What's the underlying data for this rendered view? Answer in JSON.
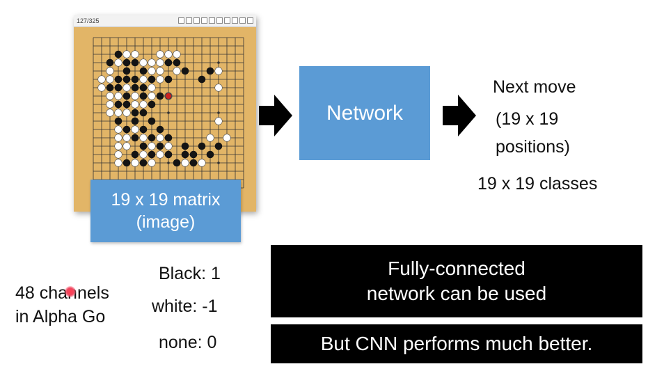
{
  "board": {
    "counter": "127/325",
    "size": 19,
    "black_stones": [
      [
        3,
        2
      ],
      [
        2,
        3
      ],
      [
        4,
        3
      ],
      [
        5,
        3
      ],
      [
        4,
        4
      ],
      [
        6,
        4
      ],
      [
        3,
        5
      ],
      [
        4,
        5
      ],
      [
        5,
        5
      ],
      [
        7,
        5
      ],
      [
        2,
        6
      ],
      [
        3,
        6
      ],
      [
        5,
        6
      ],
      [
        6,
        6
      ],
      [
        4,
        7
      ],
      [
        6,
        7
      ],
      [
        8,
        7
      ],
      [
        3,
        8
      ],
      [
        4,
        8
      ],
      [
        7,
        8
      ],
      [
        5,
        9
      ],
      [
        6,
        9
      ],
      [
        3,
        10
      ],
      [
        5,
        10
      ],
      [
        7,
        10
      ],
      [
        4,
        11
      ],
      [
        6,
        11
      ],
      [
        8,
        11
      ],
      [
        5,
        12
      ],
      [
        7,
        12
      ],
      [
        9,
        12
      ],
      [
        6,
        13
      ],
      [
        8,
        13
      ],
      [
        11,
        13
      ],
      [
        5,
        14
      ],
      [
        7,
        14
      ],
      [
        9,
        14
      ],
      [
        11,
        14
      ],
      [
        10,
        15
      ],
      [
        12,
        15
      ],
      [
        4,
        15
      ],
      [
        6,
        15
      ],
      [
        9,
        3
      ],
      [
        10,
        3
      ],
      [
        11,
        4
      ],
      [
        9,
        5
      ],
      [
        13,
        5
      ],
      [
        14,
        4
      ],
      [
        13,
        13
      ],
      [
        15,
        13
      ],
      [
        14,
        14
      ],
      [
        12,
        14
      ]
    ],
    "white_stones": [
      [
        4,
        2
      ],
      [
        5,
        2
      ],
      [
        8,
        2
      ],
      [
        9,
        2
      ],
      [
        6,
        3
      ],
      [
        7,
        3
      ],
      [
        8,
        3
      ],
      [
        10,
        2
      ],
      [
        3,
        3
      ],
      [
        7,
        4
      ],
      [
        8,
        4
      ],
      [
        10,
        4
      ],
      [
        2,
        4
      ],
      [
        1,
        5
      ],
      [
        2,
        5
      ],
      [
        6,
        5
      ],
      [
        8,
        5
      ],
      [
        1,
        6
      ],
      [
        4,
        6
      ],
      [
        7,
        6
      ],
      [
        2,
        7
      ],
      [
        3,
        7
      ],
      [
        5,
        7
      ],
      [
        7,
        7
      ],
      [
        9,
        7
      ],
      [
        2,
        8
      ],
      [
        5,
        8
      ],
      [
        6,
        8
      ],
      [
        2,
        9
      ],
      [
        3,
        9
      ],
      [
        4,
        9
      ],
      [
        3,
        11
      ],
      [
        5,
        11
      ],
      [
        3,
        12
      ],
      [
        4,
        12
      ],
      [
        6,
        12
      ],
      [
        8,
        12
      ],
      [
        3,
        13
      ],
      [
        4,
        13
      ],
      [
        7,
        13
      ],
      [
        9,
        13
      ],
      [
        3,
        14
      ],
      [
        6,
        14
      ],
      [
        8,
        14
      ],
      [
        3,
        15
      ],
      [
        5,
        15
      ],
      [
        7,
        15
      ],
      [
        11,
        15
      ],
      [
        15,
        4
      ],
      [
        15,
        6
      ],
      [
        15,
        10
      ],
      [
        14,
        12
      ],
      [
        16,
        12
      ],
      [
        13,
        15
      ]
    ],
    "last_move": [
      9,
      7
    ]
  },
  "matrix_box": {
    "line1": "19 x 19 matrix",
    "line2": "(image)"
  },
  "network_label": "Network",
  "output": {
    "title": "Next move",
    "line2": "(19 x 19",
    "line3": "positions)",
    "classes": "19 x 19 classes"
  },
  "values": {
    "black": "Black: 1",
    "white": "white: -1",
    "none": "none: 0"
  },
  "channels": {
    "line1": "48 channels",
    "line2": "in Alpha Go"
  },
  "captions": {
    "fc_line1": "Fully-connected",
    "fc_line2": "network can be used",
    "cnn": "But CNN performs much better."
  },
  "colors": {
    "blue_box": "#5b9bd5",
    "board_wood": "#e2b567",
    "caption_bg": "#000000",
    "last_move_marker": "#cc2222"
  }
}
